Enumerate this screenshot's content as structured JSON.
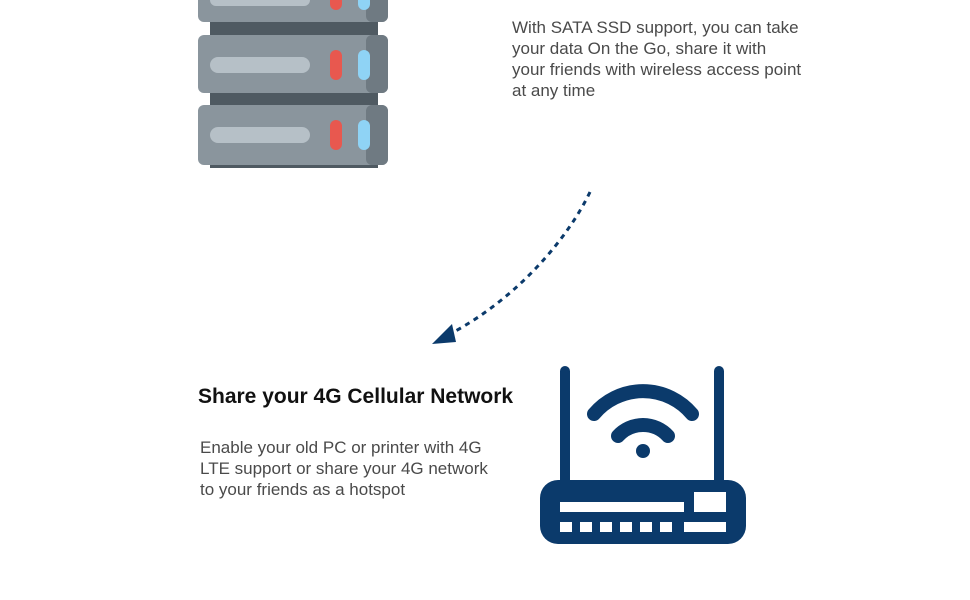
{
  "top_feature": {
    "description": "With SATA SSD support, you can take your data On the Go, share it with your friends with wireless access point at any time",
    "icon": "server-rack-icon"
  },
  "bottom_feature": {
    "title": "Share your 4G Cellular Network",
    "description": "Enable your old PC or printer with 4G LTE support or share your 4G network to your friends as a hotspot",
    "icon": "wifi-router-icon"
  },
  "connector": {
    "icon": "dashed-arrow-icon"
  },
  "colors": {
    "navy": "#0b3a6b",
    "server_gray": "#8a959d",
    "server_dark": "#4f5a62",
    "led_red": "#e8584f",
    "led_blue": "#8fd3f5"
  }
}
